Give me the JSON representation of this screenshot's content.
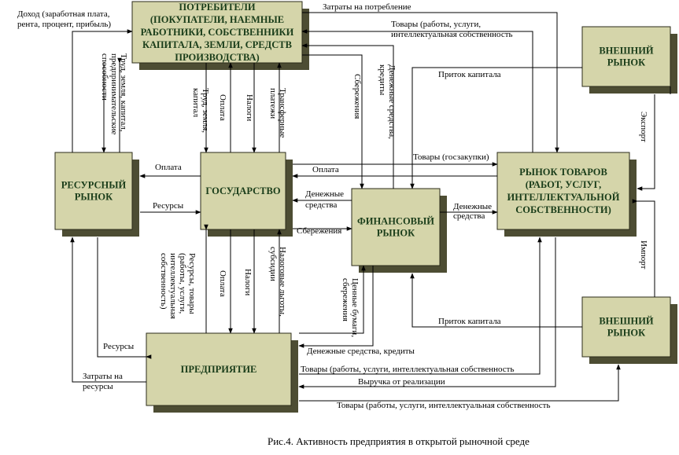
{
  "boxes": {
    "consumers": [
      "ПОТРЕБИТЕЛИ",
      "(ПОКУПАТЕЛИ, НАЕМНЫЕ",
      "РАБОТНИКИ, СОБСТВЕННИКИ",
      "КАПИТАЛА, ЗЕМЛИ, СРЕДСТВ",
      "ПРОИЗВОДСТВА)"
    ],
    "resource_market": [
      "РЕСУРСНЫЙ",
      "РЫНОК"
    ],
    "state": [
      "ГОСУДАРСТВО"
    ],
    "financial_market": [
      "ФИНАНСОВЫЙ",
      "РЫНОК"
    ],
    "goods_market": [
      "РЫНОК ТОВАРОВ",
      "(РАБОТ, УСЛУГ,",
      "ИНТЕЛЛЕКТУАЛЬНОЙ",
      "СОБСТВЕННОСТИ)"
    ],
    "external_market_top": [
      "ВНЕШНИЙ",
      "РЫНОК"
    ],
    "external_market_bottom": [
      "ВНЕШНИЙ",
      "РЫНОК"
    ],
    "enterprise": [
      "ПРЕДПРИЯТИЕ"
    ]
  },
  "labels": {
    "income": [
      "Доход (заработная плата,",
      "рента, процент, прибыль)"
    ],
    "consumption_costs": "Затраты на потребление",
    "goods_ip": [
      "Товары (работы, услуги,",
      "интеллектуальная собственность"
    ],
    "capital_inflow_top": "Приток капитала",
    "capital_inflow_bottom": "Приток капитала",
    "export": "Экспорт",
    "import": "Импорт",
    "goods_gov": "Товары (госзакупки)",
    "payment_left": "Оплата",
    "payment_right": "Оплата",
    "resources_mid": "Ресурсы",
    "money_state": [
      "Денежные",
      "средства"
    ],
    "money_fin": [
      "Денежные",
      "средства"
    ],
    "savings": "Сбережения",
    "resources_bottom": "Ресурсы",
    "costs_resources": [
      "Затраты на",
      "ресурсы"
    ],
    "money_credits": "Денежные средства, кредиты",
    "goods_line": "Товары (работы, услуги, интеллектуальная собственность",
    "revenue": "Выручка от реализации",
    "goods_bottom": "Товары (работы, услуги, интеллектуальная собственность",
    "v_factors_left": [
      "Труд, земля, капитал,",
      "предпринимательские",
      "способности"
    ],
    "v_factors_state": [
      "Труд, земля,",
      "капитал"
    ],
    "v_payment_top": "Оплата",
    "v_taxes_top": "Налоги",
    "v_transfers": [
      "Трансферные",
      "платежи"
    ],
    "v_savings_top": "Сбережения",
    "v_money_credits": [
      "Денежные средства,",
      "кредиты"
    ],
    "v_resources_goods": [
      "Ресурсы, товары",
      "(работы, услуги,",
      "интеллектуальная",
      "собственность)"
    ],
    "v_payment_bottom": "Оплата",
    "v_taxes_bottom": "Налоги",
    "v_tax_benefits": [
      "Налоговые льготы,",
      "субсидии"
    ],
    "v_securities": [
      "Ценные бумаги,",
      "сбережения"
    ]
  },
  "caption": "Рис.4.  Активность предприятия в открытой рыночной среде",
  "colors": {
    "box_fill": "#d5d5aa",
    "box_shadow": "#4d4d33",
    "text": "#1a3d1a"
  }
}
